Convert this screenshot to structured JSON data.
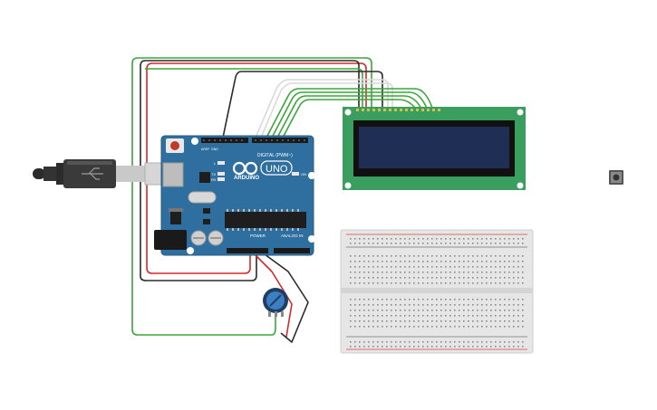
{
  "board": {
    "logo": "ARDUINO",
    "model": "UNO",
    "digital_label": "DIGITAL (PWM~)",
    "power_label": "POWER",
    "analog_label": "ANALOG IN",
    "tx_label": "TX",
    "rx_label": "RX",
    "on_label": "ON",
    "l_label": "L",
    "aref_label": "AREF",
    "gnd_label": "GND"
  },
  "colors": {
    "board": "#2f6f9f",
    "lcd_pcb": "#3a9e5e",
    "lcd_screen": "#1f2e55",
    "wire_red": "#d42a2a",
    "wire_black": "#2a2a2a",
    "wire_green": "#3aa63a",
    "wire_white": "#d9d9d9",
    "breadboard": "#e6e6e6"
  },
  "components": {
    "usb_cable": "usb-b-cable",
    "potentiometer": "potentiometer",
    "lcd": "16x2-lcd",
    "breadboard": "half-breadboard",
    "pushbutton": "pushbutton"
  }
}
